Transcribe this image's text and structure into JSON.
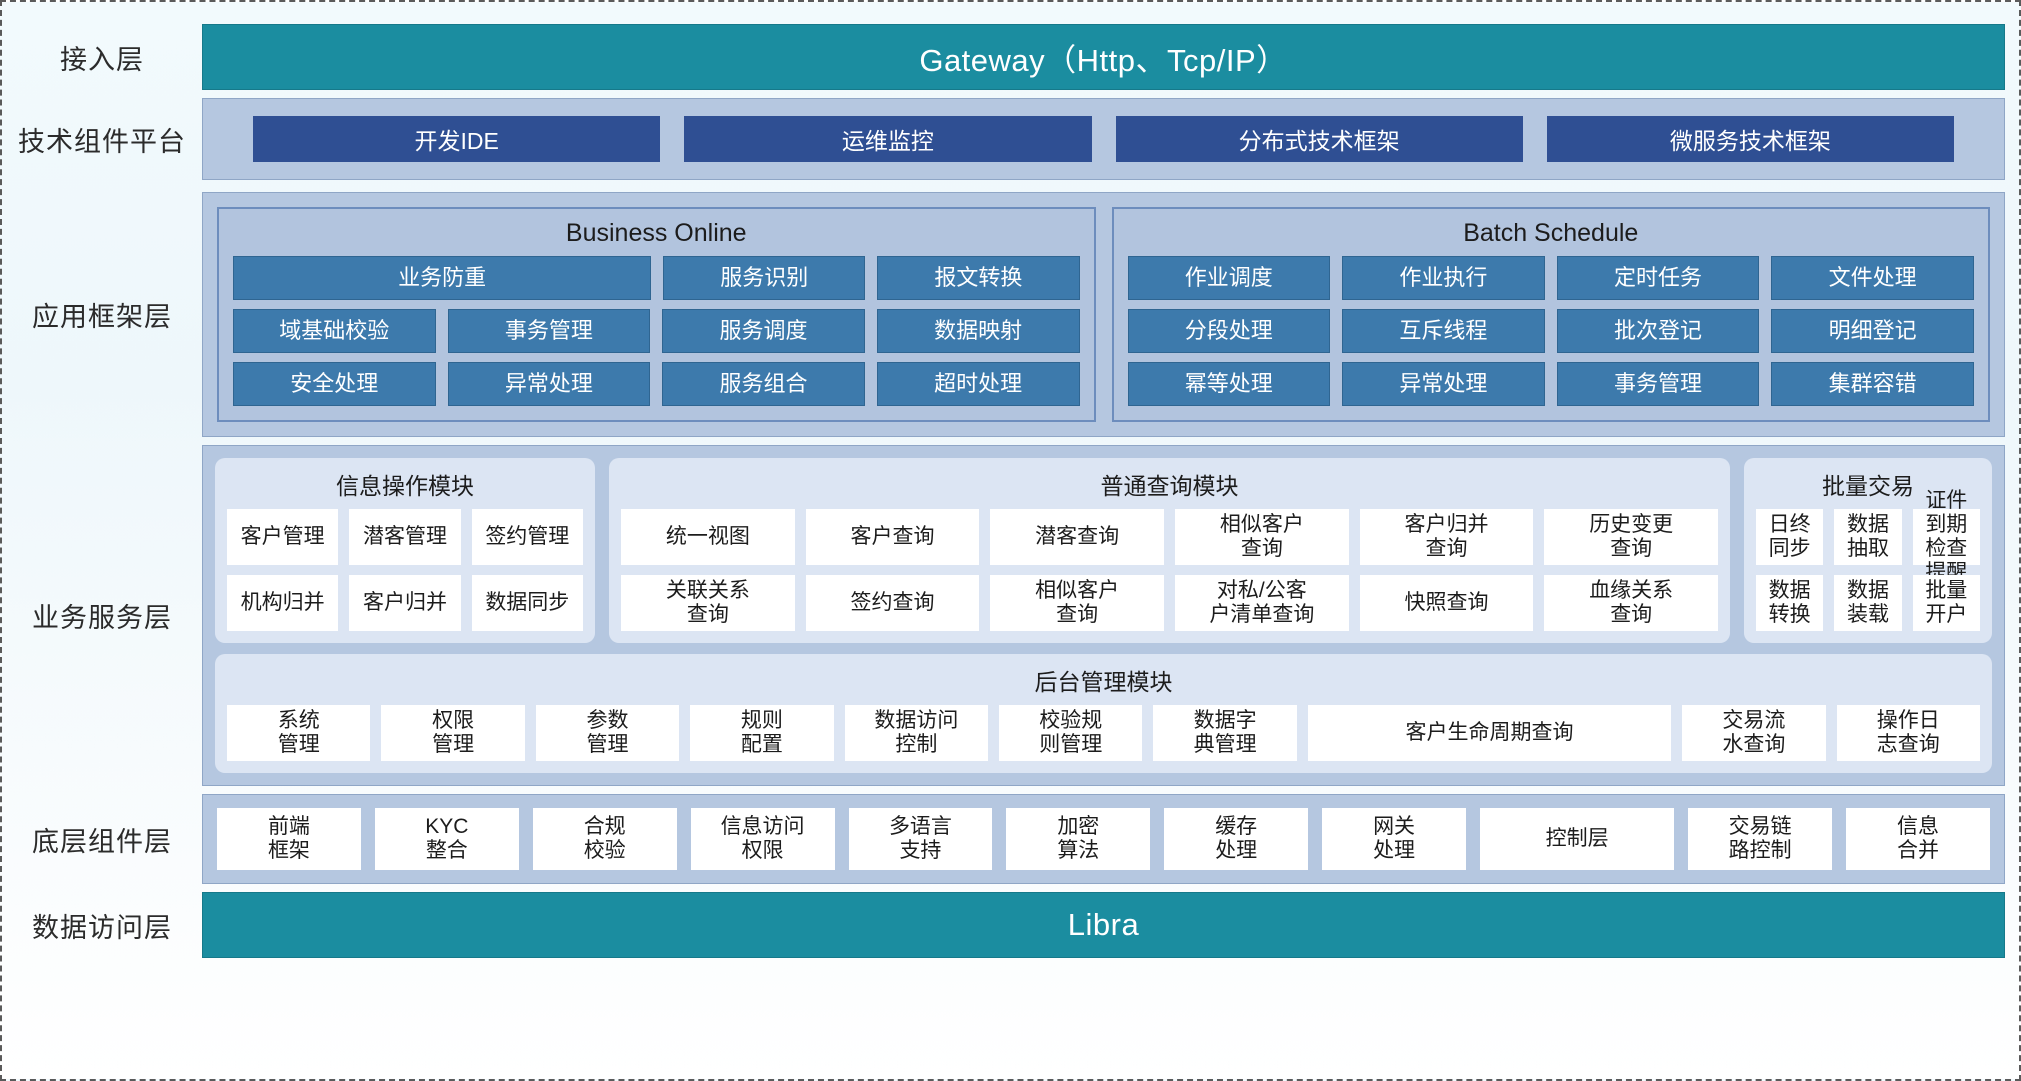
{
  "layers": {
    "access": {
      "label": "接入层",
      "banner": "Gateway（Http、Tcp/IP）"
    },
    "tech_platform": {
      "label": "技术组件平台",
      "items": [
        {
          "label": "开发IDE"
        },
        {
          "label": "运维监控"
        },
        {
          "label": "分布式技术框架"
        },
        {
          "label": "微服务技术框架"
        }
      ]
    },
    "app_framework": {
      "label": "应用框架层",
      "groups": [
        {
          "title": "Business Online",
          "rows": [
            [
              {
                "label": "业务防重",
                "span": 2
              },
              {
                "label": "服务识别",
                "span": 1
              },
              {
                "label": "报文转换",
                "span": 1
              }
            ],
            [
              {
                "label": "域基础校验",
                "span": 1
              },
              {
                "label": "事务管理",
                "span": 1
              },
              {
                "label": "服务调度",
                "span": 1
              },
              {
                "label": "数据映射",
                "span": 1
              }
            ],
            [
              {
                "label": "安全处理",
                "span": 1
              },
              {
                "label": "异常处理",
                "span": 1
              },
              {
                "label": "服务组合",
                "span": 1
              },
              {
                "label": "超时处理",
                "span": 1
              }
            ]
          ]
        },
        {
          "title": "Batch Schedule",
          "rows": [
            [
              {
                "label": "作业调度",
                "span": 1
              },
              {
                "label": "作业执行",
                "span": 1
              },
              {
                "label": "定时任务",
                "span": 1
              },
              {
                "label": "文件处理",
                "span": 1
              }
            ],
            [
              {
                "label": "分段处理",
                "span": 1
              },
              {
                "label": "互斥线程",
                "span": 1
              },
              {
                "label": "批次登记",
                "span": 1
              },
              {
                "label": "明细登记",
                "span": 1
              }
            ],
            [
              {
                "label": "幂等处理",
                "span": 1
              },
              {
                "label": "异常处理",
                "span": 1
              },
              {
                "label": "事务管理",
                "span": 1
              },
              {
                "label": "集群容错",
                "span": 1
              }
            ]
          ]
        }
      ]
    },
    "business_service": {
      "label": "业务服务层",
      "modules": [
        {
          "title": "信息操作模块",
          "rows": [
            [
              {
                "label": "客户管理"
              },
              {
                "label": "潜客管理"
              },
              {
                "label": "签约管理"
              }
            ],
            [
              {
                "label": "机构归并"
              },
              {
                "label": "客户归并"
              },
              {
                "label": "数据同步"
              }
            ]
          ]
        },
        {
          "title": "普通查询模块",
          "rows": [
            [
              {
                "label": "统一视图"
              },
              {
                "label": "客户查询"
              },
              {
                "label": "潜客查询"
              },
              {
                "label": "相似客户\n查询"
              },
              {
                "label": "客户归并\n查询"
              },
              {
                "label": "历史变更\n查询"
              }
            ],
            [
              {
                "label": "关联关系\n查询"
              },
              {
                "label": "签约查询"
              },
              {
                "label": "相似客户\n查询"
              },
              {
                "label": "对私/公客\n户清单查询"
              },
              {
                "label": "快照查询"
              },
              {
                "label": "血缘关系\n查询"
              }
            ]
          ]
        },
        {
          "title": "批量交易",
          "rows": [
            [
              {
                "label": "日终\n同步"
              },
              {
                "label": "数据\n抽取"
              },
              {
                "label": "证件到期\n检查提醒"
              }
            ],
            [
              {
                "label": "数据\n转换"
              },
              {
                "label": "数据\n装载"
              },
              {
                "label": "批量\n开户"
              }
            ]
          ]
        }
      ],
      "admin_module": {
        "title": "后台管理模块",
        "items": [
          {
            "label": "系统\n管理",
            "wide": false
          },
          {
            "label": "权限\n管理",
            "wide": false
          },
          {
            "label": "参数\n管理",
            "wide": false
          },
          {
            "label": "规则\n配置",
            "wide": false
          },
          {
            "label": "数据访问\n控制",
            "wide": false
          },
          {
            "label": "校验规\n则管理",
            "wide": false
          },
          {
            "label": "数据字\n典管理",
            "wide": false
          },
          {
            "label": "客户生命周期查询",
            "wide": true
          },
          {
            "label": "交易流\n水查询",
            "wide": false
          },
          {
            "label": "操作日\n志查询",
            "wide": false
          }
        ]
      }
    },
    "bottom_component": {
      "label": "底层组件层",
      "items": [
        {
          "label": "前端\n框架",
          "wide": false
        },
        {
          "label": "KYC\n整合",
          "wide": false
        },
        {
          "label": "合规\n校验",
          "wide": false
        },
        {
          "label": "信息访问\n权限",
          "wide": false
        },
        {
          "label": "多语言\n支持",
          "wide": false
        },
        {
          "label": "加密\n算法",
          "wide": false
        },
        {
          "label": "缓存\n处理",
          "wide": false
        },
        {
          "label": "网关\n处理",
          "wide": false
        },
        {
          "label": "控制层",
          "wide": true
        },
        {
          "label": "交易链\n路控制",
          "wide": false
        },
        {
          "label": "信息\n合并",
          "wide": false
        }
      ]
    },
    "data_access": {
      "label": "数据访问层",
      "banner": "Libra"
    }
  },
  "colors": {
    "teal_banner": "#1b8da0",
    "panel_light_blue": "#b5c7e0",
    "chip_dark_blue": "#2f4f93",
    "cell_blue": "#3d7aac",
    "module_card": "#dce5f3",
    "cell_white": "#ffffff",
    "page_bg": "#f2fafd"
  }
}
